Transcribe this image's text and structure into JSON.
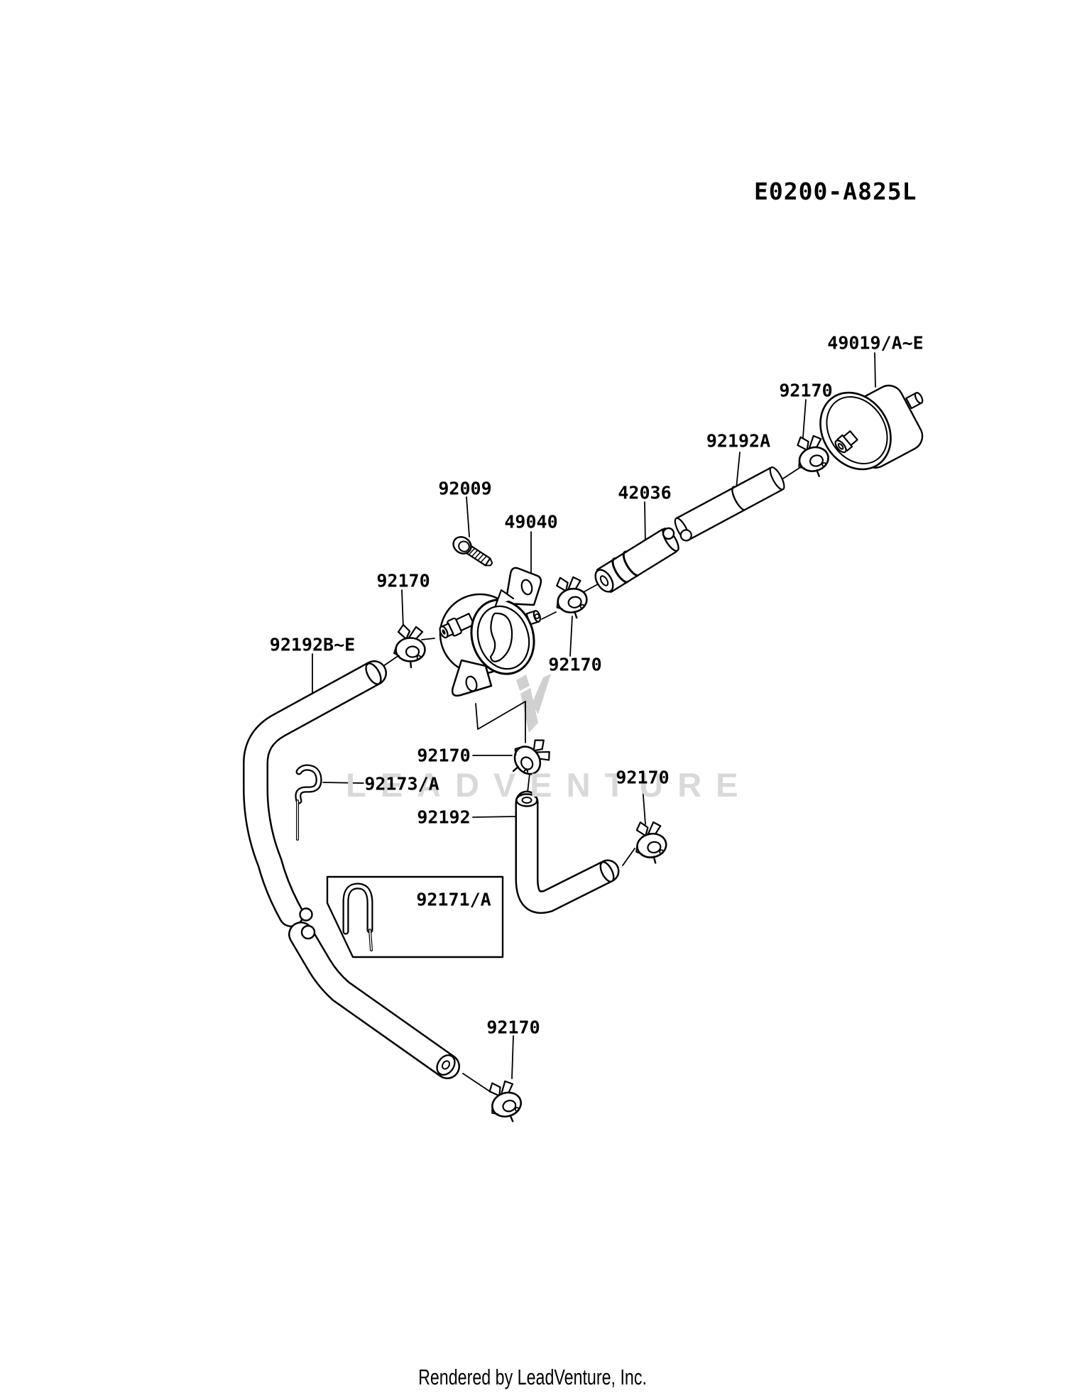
{
  "page": {
    "title": "E0200-A825L",
    "footer": "Rendered by LeadVenture, Inc.",
    "background_color": "#ffffff",
    "line_color": "#000000"
  },
  "watermark": {
    "text": "LEADVENTURE",
    "color": "#d9d9d9",
    "logo": "leadventure-v-icon"
  },
  "diagram": {
    "type": "parts-diagram",
    "subject": "engine fuel pump, fuel filter, hoses and clamps exploded view",
    "labels": [
      {
        "part": "49019/A~E",
        "target": "fuel-filter"
      },
      {
        "part": "92170",
        "target": "fuel-filter-clamp"
      },
      {
        "part": "92192A",
        "target": "fuel-hose-a"
      },
      {
        "part": "42036",
        "target": "fuel-pipe"
      },
      {
        "part": "92009",
        "target": "pump-screw"
      },
      {
        "part": "49040",
        "target": "fuel-pump"
      },
      {
        "part": "92170",
        "target": "pump-inlet-clamp"
      },
      {
        "part": "92170",
        "target": "pump-outlet-clamp"
      },
      {
        "part": "92192B~E",
        "target": "fuel-hose-b-e"
      },
      {
        "part": "92170",
        "target": "return-hose-top-clamp"
      },
      {
        "part": "92173/A",
        "target": "hose-clip"
      },
      {
        "part": "92192",
        "target": "return-hose"
      },
      {
        "part": "92170",
        "target": "return-hose-end-clamp"
      },
      {
        "part": "92171/A",
        "target": "boxed-hose-clip"
      },
      {
        "part": "92170",
        "target": "lower-hose-clamp"
      }
    ]
  }
}
